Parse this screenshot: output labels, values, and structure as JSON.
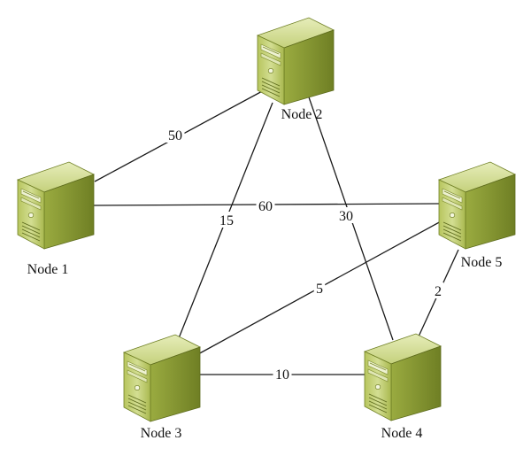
{
  "nodes": [
    {
      "id": "n1",
      "label": "Node 1"
    },
    {
      "id": "n2",
      "label": "Node 2"
    },
    {
      "id": "n3",
      "label": "Node 3"
    },
    {
      "id": "n4",
      "label": "Node 4"
    },
    {
      "id": "n5",
      "label": "Node 5"
    }
  ],
  "edges": [
    {
      "from": "n1",
      "to": "n2",
      "weight": "50"
    },
    {
      "from": "n1",
      "to": "n5",
      "weight": "60"
    },
    {
      "from": "n2",
      "to": "n3",
      "weight": "15"
    },
    {
      "from": "n2",
      "to": "n4",
      "weight": "30"
    },
    {
      "from": "n3",
      "to": "n5",
      "weight": "5"
    },
    {
      "from": "n3",
      "to": "n4",
      "weight": "10"
    },
    {
      "from": "n4",
      "to": "n5",
      "weight": "2"
    }
  ],
  "colors": {
    "server_front": "#c6d27a",
    "server_side": "#8fa03a",
    "server_top": "#dde6a6",
    "edge": "#1a1a1a"
  },
  "icon": "server-tower-icon"
}
